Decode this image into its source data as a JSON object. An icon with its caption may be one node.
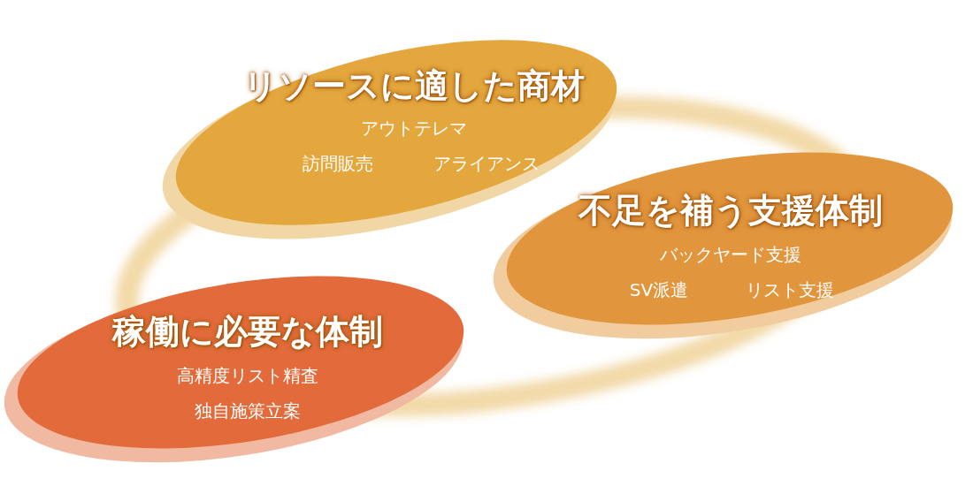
{
  "diagram": {
    "nodes": [
      {
        "text": [
          "リソースに適した商材",
          "アウトテレマ",
          "訪問販売",
          "アライアンス"
        ]
      },
      {
        "text": [
          "不足を補う支援体制",
          "バックヤード支援",
          "SV派遣",
          "リスト支援"
        ]
      },
      {
        "text": [
          "稼働に必要な体制",
          "高精度リスト精査",
          "独自施策立案"
        ]
      }
    ]
  }
}
